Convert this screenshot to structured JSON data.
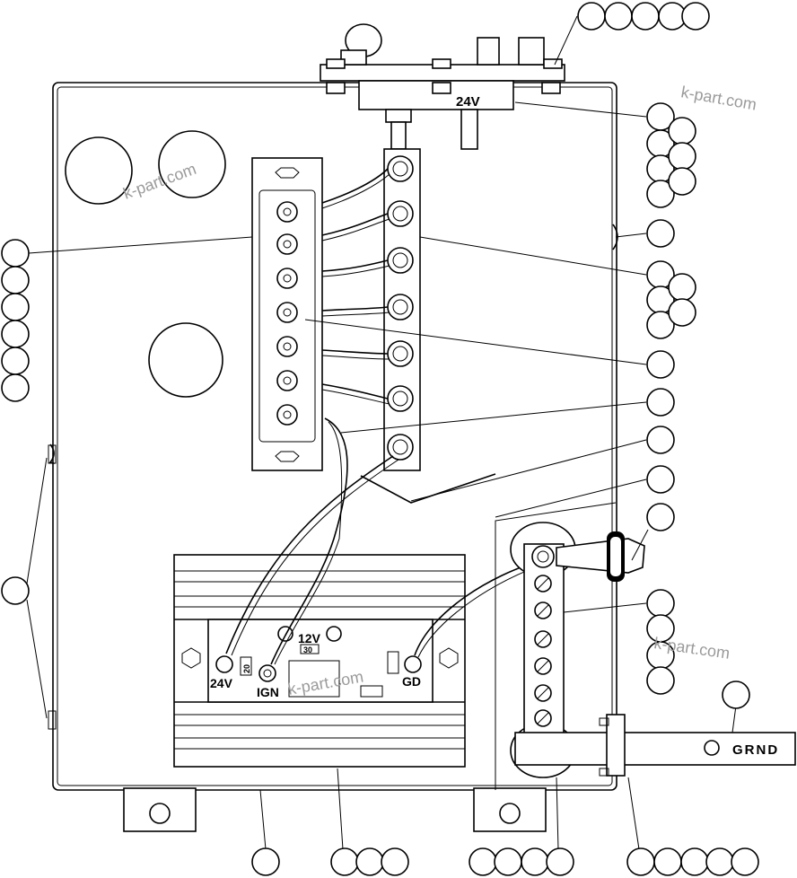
{
  "labels": {
    "supply_voltage": "24V",
    "terminal_24v": "24V",
    "terminal_ign": "IGN",
    "terminal_gd": "GD",
    "terminal_12v": "12V",
    "box_20": "20",
    "box_30": "30",
    "ground_bar": "GRND"
  },
  "watermarks": [
    "k-part.com",
    "k-part.com",
    "k-part.com",
    "k-part.com"
  ]
}
